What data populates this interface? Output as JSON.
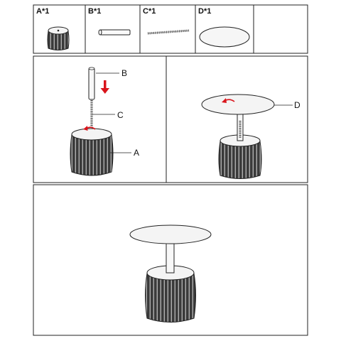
{
  "parts": [
    {
      "label": "A*1",
      "name": "base"
    },
    {
      "label": "B*1",
      "name": "rod"
    },
    {
      "label": "C*1",
      "name": "screw"
    },
    {
      "label": "D*1",
      "name": "tabletop"
    }
  ],
  "step1": {
    "callouts": {
      "rod": "B",
      "screw": "C",
      "base": "A"
    }
  },
  "step2": {
    "callouts": {
      "tabletop": "D"
    }
  },
  "colors": {
    "line": "#222222",
    "arrow": "#d9141b",
    "base_fill": "#3a3a3a",
    "top_fill": "#f4f4f4"
  },
  "icons": {
    "down_arrow": "red-down-arrow-icon",
    "rotate": "red-rotate-arrow-icon"
  }
}
